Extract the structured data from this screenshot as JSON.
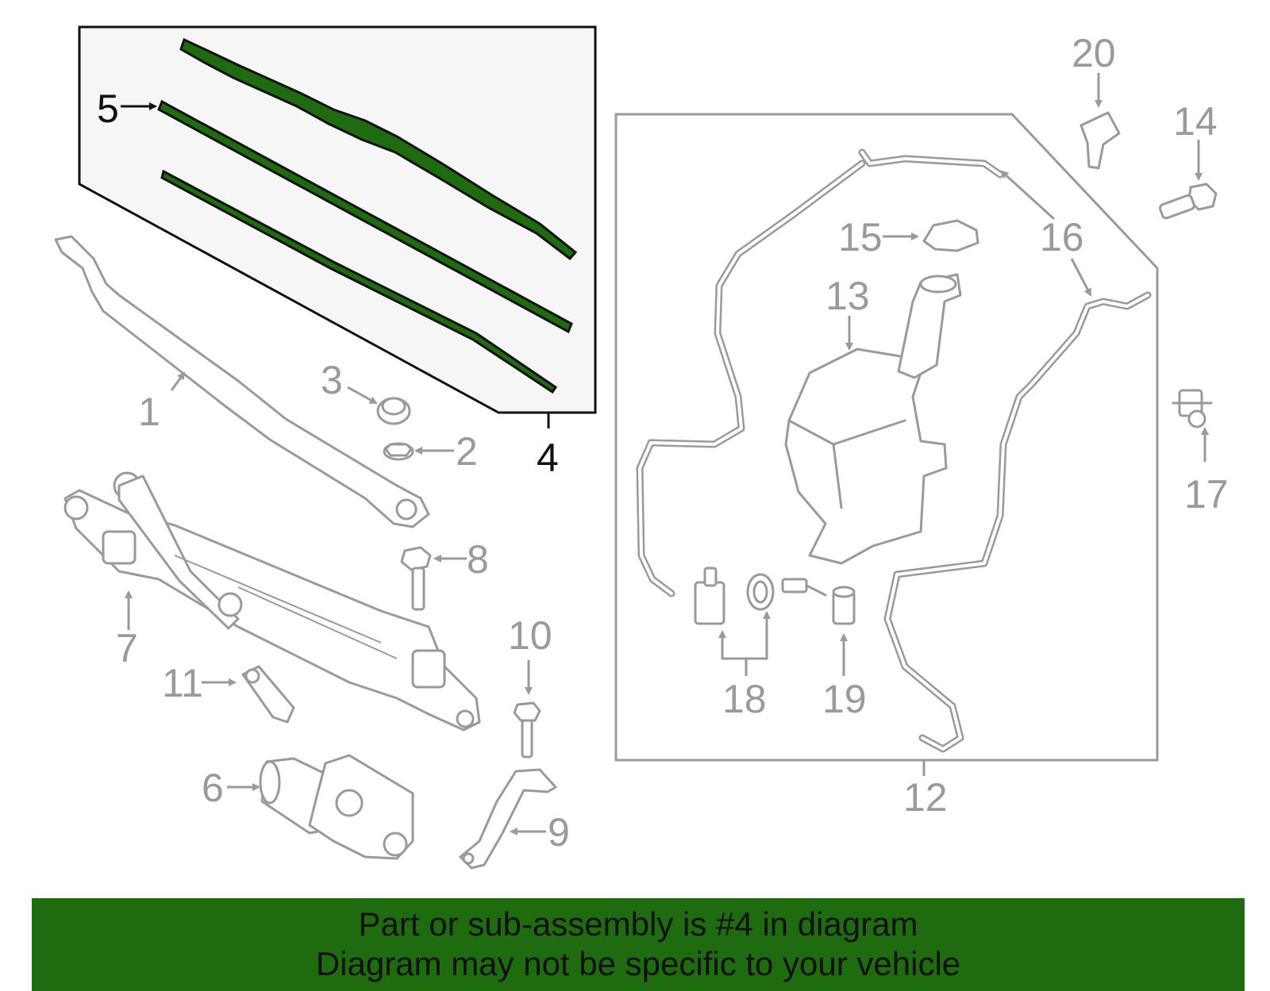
{
  "callouts": {
    "c1": "1",
    "c2": "2",
    "c3": "3",
    "c4": "4",
    "c5": "5",
    "c6": "6",
    "c7": "7",
    "c8": "8",
    "c9": "9",
    "c10": "10",
    "c11": "11",
    "c12": "12",
    "c13": "13",
    "c14": "14",
    "c15": "15",
    "c16": "16",
    "c17": "17",
    "c18": "18",
    "c19": "19",
    "c20": "20"
  },
  "banner": {
    "line1": "Part or sub-assembly is #4 in diagram",
    "line2": "Diagram may not be specific to your vehicle"
  },
  "colors": {
    "highlight": "#1f6b0f",
    "part_gray": "#9a9a9a",
    "inset_fill": "#f4f4f4"
  }
}
